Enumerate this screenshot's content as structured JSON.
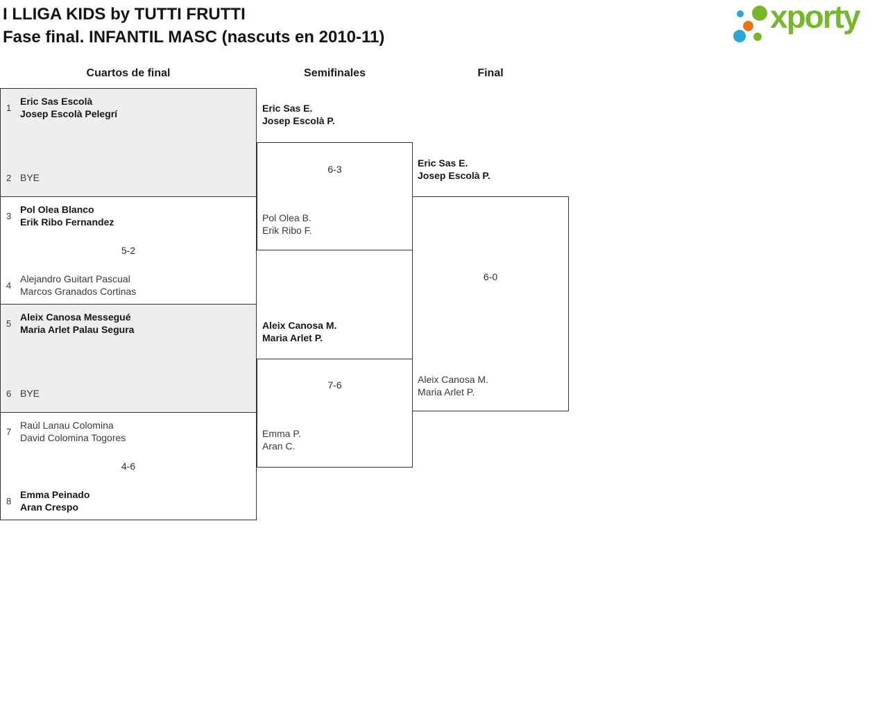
{
  "header": {
    "title_line1": "I LLIGA KIDS by TUTTI FRUTTI",
    "title_line2": "Fase final. INFANTIL MASC (nascuts en 2010-11)"
  },
  "logo": {
    "text": "xporty"
  },
  "colors": {
    "logo_green": "#76b82a",
    "logo_blue": "#29a6dc",
    "logo_orange": "#e87511",
    "match_box_grey": "#eeeeee",
    "border_dark": "#333333"
  },
  "round_headers": [
    "Cuartos de final",
    "Semifinales",
    "Final"
  ],
  "quarterfinals": [
    {
      "seed_top": "1",
      "top_line1": "Eric Sas Escolà",
      "top_line2": "Josep Escolà Pelegrí",
      "score": "",
      "seed_bottom": "2",
      "bottom_line1": "BYE",
      "bottom_line2": ""
    },
    {
      "seed_top": "3",
      "top_line1": "Pol Olea Blanco",
      "top_line2": "Erik Ribo Fernandez",
      "score": "5-2",
      "seed_bottom": "4",
      "bottom_line1": "Alejandro Guitart Pascual",
      "bottom_line2": "Marcos Granados Cortinas"
    },
    {
      "seed_top": "5",
      "top_line1": "Aleix Canosa Messegué",
      "top_line2": "Maria Arlet Palau Segura",
      "score": "",
      "seed_bottom": "6",
      "bottom_line1": "BYE",
      "bottom_line2": ""
    },
    {
      "seed_top": "7",
      "top_line1": "Raúl Lanau Colomina",
      "top_line2": "David Colomina Togores",
      "score": "4-6",
      "seed_bottom": "8",
      "bottom_line1": "Emma Peinado",
      "bottom_line2": "Aran Crespo"
    }
  ],
  "semifinals": [
    {
      "winner_line1": "Eric Sas E.",
      "winner_line2": "Josep Escolà P.",
      "score": "6-3",
      "loser_line1": "Pol Olea B.",
      "loser_line2": "Erik Ribo F."
    },
    {
      "winner_line1": "Aleix Canosa M.",
      "winner_line2": "Maria Arlet P.",
      "score": "7-6",
      "loser_line1": "Emma P.",
      "loser_line2": "Aran C."
    }
  ],
  "final": {
    "winner_line1": "Eric Sas E.",
    "winner_line2": "Josep Escolà P.",
    "score": "6-0",
    "loser_line1": "Aleix Canosa M.",
    "loser_line2": "Maria Arlet P."
  }
}
